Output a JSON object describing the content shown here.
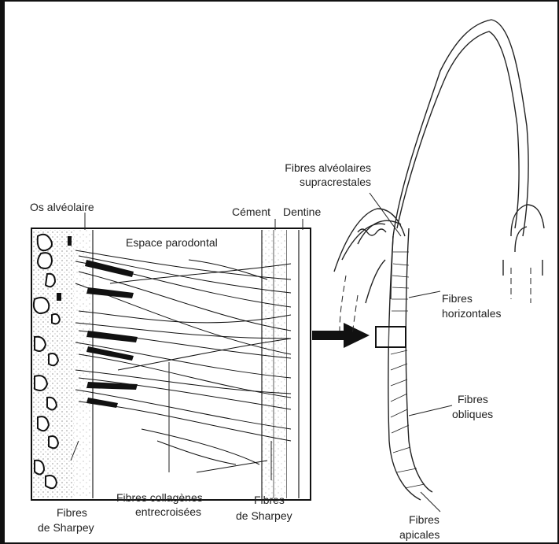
{
  "labels": {
    "os_alveolaire": "Os alvéolaire",
    "espace_parodontal": "Espace parodontal",
    "cement": "Cément",
    "dentine": "Dentine",
    "fibres_alveolaires_l1": "Fibres alvéolaires",
    "fibres_alveolaires_l2": "supracrestales",
    "fibres_horizontales_l1": "Fibres",
    "fibres_horizontales_l2": "horizontales",
    "fibres_obliques_l1": "Fibres",
    "fibres_obliques_l2": "obliques",
    "fibres_apicales_l1": "Fibres",
    "fibres_apicales_l2": "apicales",
    "sharpey_left_l1": "Fibres",
    "sharpey_left_l2": "de Sharpey",
    "collagenes_l1": "Fibres collagènes",
    "collagenes_l2": "entrecroisées",
    "sharpey_right_l1": "Fibres",
    "sharpey_right_l2": "de Sharpey"
  }
}
